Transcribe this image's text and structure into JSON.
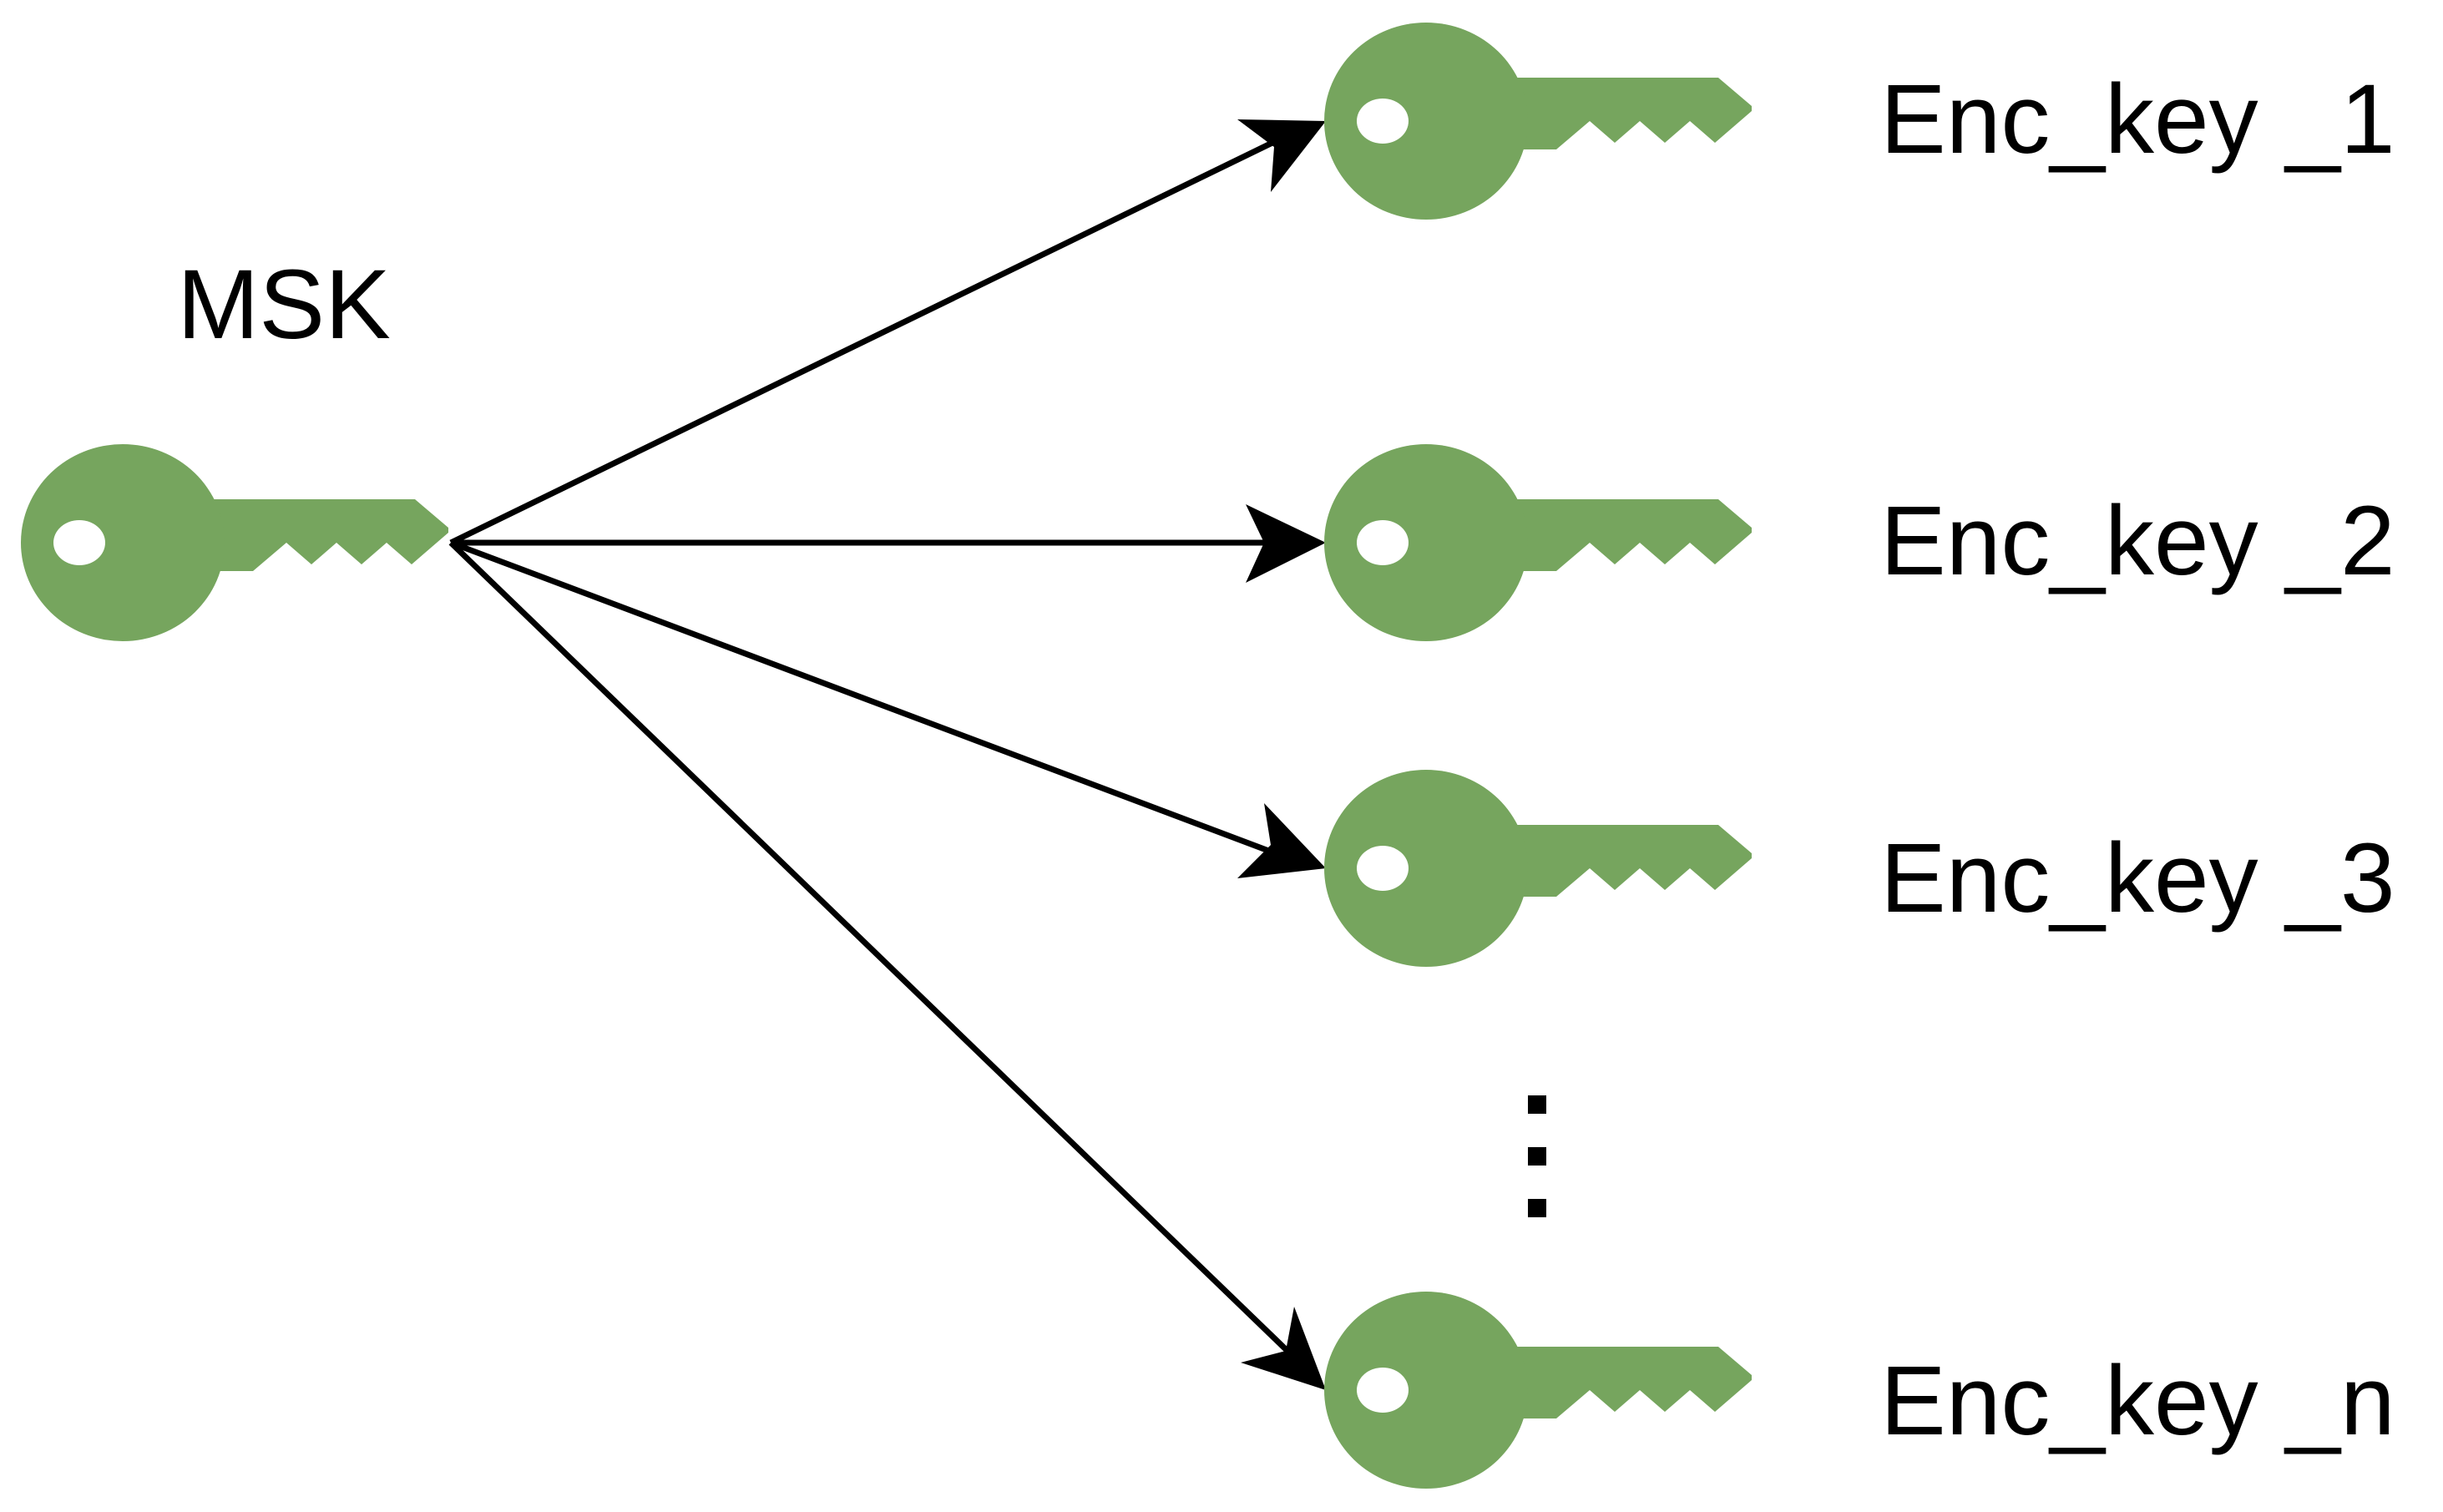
{
  "colors": {
    "key_fill": "#76A55E",
    "key_hole": "#ffffff",
    "arrow": "#000000"
  },
  "source": {
    "label": "MSK",
    "icon": "key-icon"
  },
  "targets": [
    {
      "label": "Enc_key _1",
      "icon": "key-icon"
    },
    {
      "label": "Enc_key _2",
      "icon": "key-icon"
    },
    {
      "label": "Enc_key _3",
      "icon": "key-icon"
    },
    {
      "label": "Enc_key _n",
      "icon": "key-icon"
    }
  ],
  "ellipsis": "⋮"
}
